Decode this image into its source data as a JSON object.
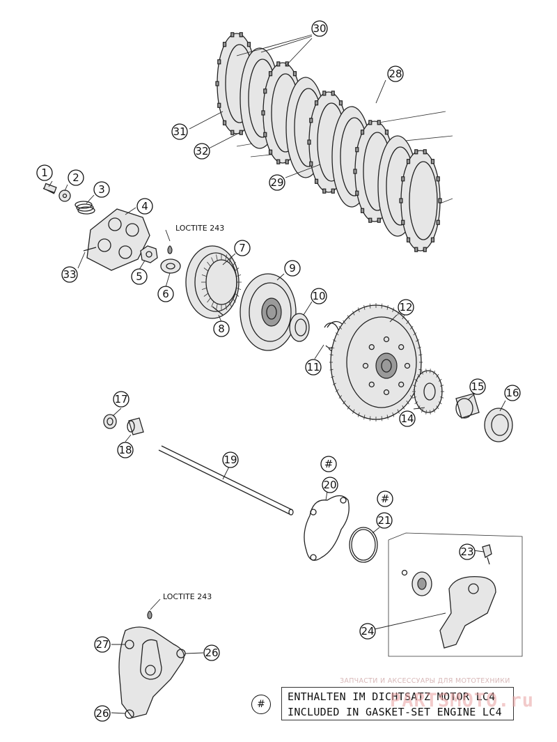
{
  "callouts": [
    {
      "label": "1"
    },
    {
      "label": "2"
    },
    {
      "label": "3"
    },
    {
      "label": "4"
    },
    {
      "label": "5"
    },
    {
      "label": "6"
    },
    {
      "label": "7"
    },
    {
      "label": "8"
    },
    {
      "label": "9"
    },
    {
      "label": "10"
    },
    {
      "label": "11"
    },
    {
      "label": "12"
    },
    {
      "label": "14"
    },
    {
      "label": "15"
    },
    {
      "label": "16"
    },
    {
      "label": "17"
    },
    {
      "label": "18"
    },
    {
      "label": "19"
    },
    {
      "label": "20"
    },
    {
      "label": "21"
    },
    {
      "label": "23"
    },
    {
      "label": "24"
    },
    {
      "label": "26"
    },
    {
      "label": "26"
    },
    {
      "label": "27"
    },
    {
      "label": "28"
    },
    {
      "label": "29"
    },
    {
      "label": "30"
    },
    {
      "label": "31"
    },
    {
      "label": "32"
    },
    {
      "label": "33"
    }
  ],
  "hash_marks": [
    {
      "label": "#"
    },
    {
      "label": "#"
    }
  ],
  "loctite_labels": [
    {
      "text": "LOCTITE 243"
    },
    {
      "text": "LOCTITE 243"
    }
  ],
  "legend": {
    "symbol": "#",
    "line_de": "ENTHALTEN IM DICHTSATZ MOTOR LC4",
    "line_en": "INCLUDED IN GASKET-SET ENGINE LC4"
  },
  "watermark": {
    "tagline": "ЗАПЧАСТИ И АКСЕССУАРЫ ДЛЯ МОТОТЕХНИКИ",
    "brand": "PARTSMOTO.ru"
  }
}
